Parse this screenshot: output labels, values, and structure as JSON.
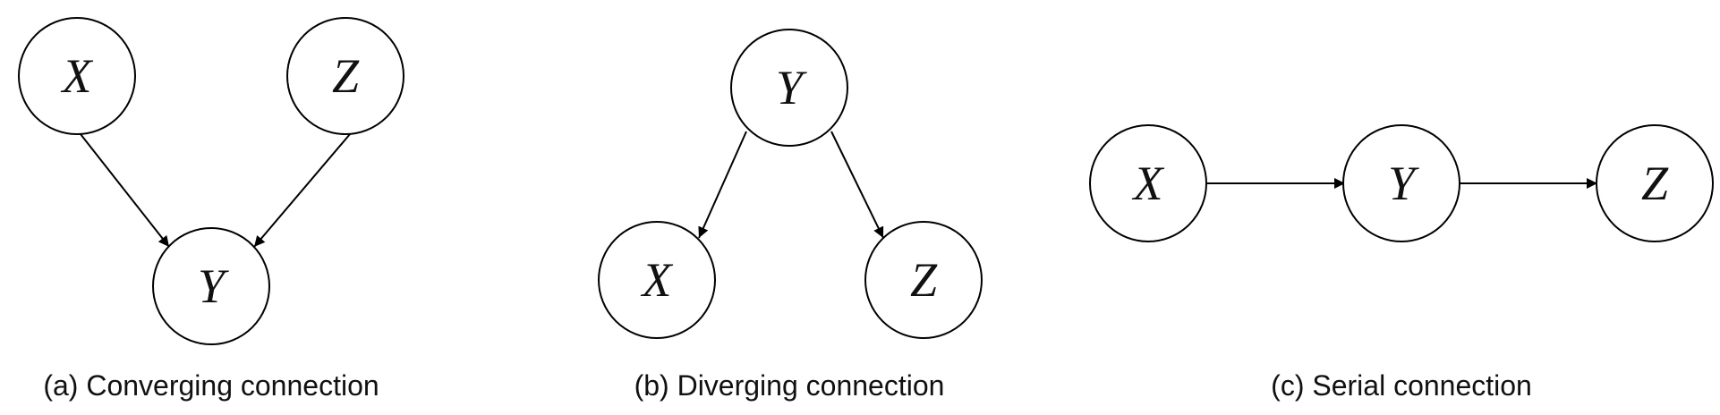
{
  "panels": {
    "a": {
      "caption": "(a) Converging connection",
      "nodes": {
        "x": "X",
        "z": "Z",
        "y": "Y"
      }
    },
    "b": {
      "caption": "(b) Diverging connection",
      "nodes": {
        "y": "Y",
        "x": "X",
        "z": "Z"
      }
    },
    "c": {
      "caption": "(c) Serial connection",
      "nodes": {
        "x": "X",
        "y": "Y",
        "z": "Z"
      }
    }
  },
  "colors": {
    "stroke": "#000000",
    "background": "#ffffff"
  }
}
